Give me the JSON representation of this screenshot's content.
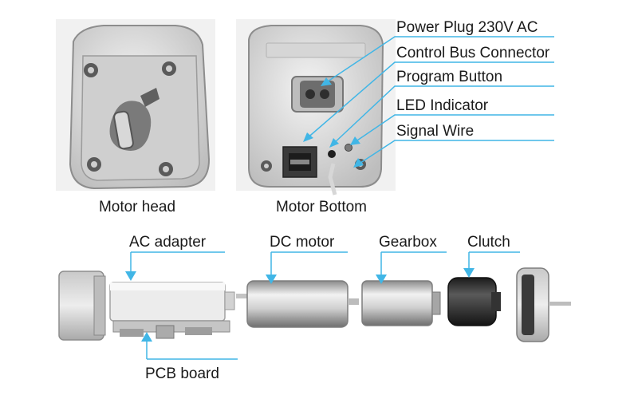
{
  "photos": {
    "motor_head_caption": "Motor head",
    "motor_bottom_caption": "Motor Bottom"
  },
  "callouts": {
    "power_plug": "Power Plug 230V AC",
    "control_bus": "Control Bus Connector",
    "program_button": "Program Button",
    "led_indicator": "LED Indicator",
    "signal_wire": "Signal Wire"
  },
  "components": {
    "ac_adapter": "AC adapter",
    "dc_motor": "DC motor",
    "gearbox": "Gearbox",
    "clutch": "Clutch",
    "pcb_board": "PCB board"
  },
  "colors": {
    "leader_line": "#41b6e6",
    "housing": "#e4e4e4",
    "shadow": "#9a9a9a",
    "dark_part": "#2b2b2b"
  }
}
